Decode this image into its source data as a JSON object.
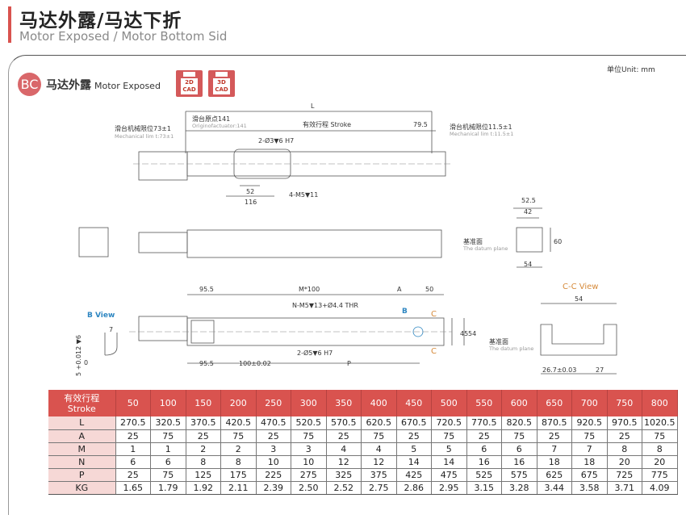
{
  "header": {
    "title": "马达外露/马达下折",
    "subtitle": "Motor Exposed / Motor Bottom Sid"
  },
  "unit": "单位Unit: mm",
  "section": {
    "badge": "BC",
    "title_cn": "马达外露",
    "title_en": "Motor Exposed",
    "cad": [
      {
        "label": "2D CAD"
      },
      {
        "label": "3D CAD"
      }
    ]
  },
  "colors": {
    "accent": "#d9534f",
    "row_key": "#f6d8d6",
    "b_view": "#2e86c1",
    "c_view": "#d68a3a"
  },
  "drawing": {
    "top": {
      "L": "L",
      "origin_cn": "滑台原点141",
      "origin_en": "Originofactuator:141",
      "stroke": "有效行程 Stroke",
      "d795": "79.5",
      "limL_cn": "滑台机械限位73±1",
      "limL_en": "Mechanical lim t:73±1",
      "limR_cn": "滑台机械限位11.5±1",
      "limR_en": "Mechanical lim t:11.5±1",
      "hole1": "2-Ø3▼6 H7",
      "d52": "52",
      "d116": "116",
      "hole2": "4-M5▼11"
    },
    "end": {
      "d525": "52.5",
      "d42": "42",
      "d60": "60",
      "d54": "54",
      "datum_cn": "基准面",
      "datum_en": "The datum plane"
    },
    "bottom": {
      "d955a": "95.5",
      "m100": "M*100",
      "A": "A",
      "d50": "50",
      "thr": "N-M5▼13+Ø4.4 THR",
      "B": "B",
      "C1": "C",
      "C2": "C",
      "d45": "45",
      "d54": "54",
      "hole": "2-Ø5▼6 H7",
      "d955b": "95.5",
      "d100": "100±0.02",
      "P": "P"
    },
    "bview": {
      "title": "B View",
      "d7": "7",
      "tol": "5 +0.012 ▼6",
      "zero": "0"
    },
    "ccview": {
      "title": "C-C View",
      "d54": "54",
      "datum_cn": "基准面",
      "datum_en": "The datum plane",
      "d267": "26.7±0.03",
      "d27": "27"
    }
  },
  "table": {
    "header": {
      "cn": "有效行程",
      "en": "Stroke"
    },
    "strokes": [
      "50",
      "100",
      "150",
      "200",
      "250",
      "300",
      "350",
      "400",
      "450",
      "500",
      "550",
      "600",
      "650",
      "700",
      "750",
      "800"
    ],
    "rows": [
      {
        "key": "L",
        "values": [
          "270.5",
          "320.5",
          "370.5",
          "420.5",
          "470.5",
          "520.5",
          "570.5",
          "620.5",
          "670.5",
          "720.5",
          "770.5",
          "820.5",
          "870.5",
          "920.5",
          "970.5",
          "1020.5"
        ]
      },
      {
        "key": "A",
        "values": [
          "25",
          "75",
          "25",
          "75",
          "25",
          "75",
          "25",
          "75",
          "25",
          "75",
          "25",
          "75",
          "25",
          "75",
          "25",
          "75"
        ]
      },
      {
        "key": "M",
        "values": [
          "1",
          "1",
          "2",
          "2",
          "3",
          "3",
          "4",
          "4",
          "5",
          "5",
          "6",
          "6",
          "7",
          "7",
          "8",
          "8"
        ]
      },
      {
        "key": "N",
        "values": [
          "6",
          "6",
          "8",
          "8",
          "10",
          "10",
          "12",
          "12",
          "14",
          "14",
          "16",
          "16",
          "18",
          "18",
          "20",
          "20"
        ]
      },
      {
        "key": "P",
        "values": [
          "25",
          "75",
          "125",
          "175",
          "225",
          "275",
          "325",
          "375",
          "425",
          "475",
          "525",
          "575",
          "625",
          "675",
          "725",
          "775"
        ]
      },
      {
        "key": "KG",
        "values": [
          "1.65",
          "1.79",
          "1.92",
          "2.11",
          "2.39",
          "2.50",
          "2.52",
          "2.75",
          "2.86",
          "2.95",
          "3.15",
          "3.28",
          "3.44",
          "3.58",
          "3.71",
          "4.09"
        ]
      }
    ]
  }
}
